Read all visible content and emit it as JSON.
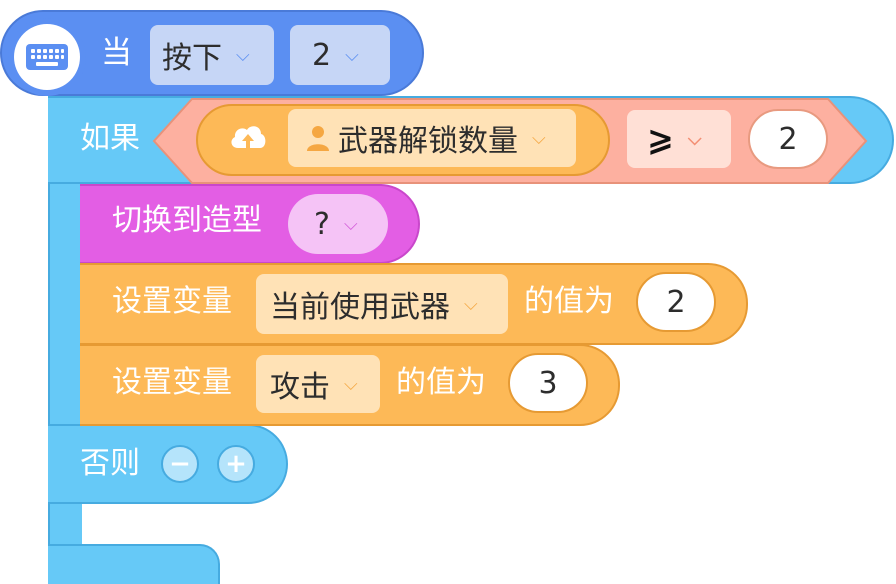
{
  "event_block": {
    "label": "当",
    "key_dropdown": "按下",
    "key_value": "2",
    "icon": "keyboard-icon",
    "color": "#5b8ff2"
  },
  "if_block": {
    "if_label": "如果",
    "else_label": "否则",
    "minus_symbol": "−",
    "plus_symbol": "+",
    "color": "#66c9f7"
  },
  "condition": {
    "variable_icon": "cloud-upload-icon",
    "variable_name": "武器解锁数量",
    "variable_prefix_icon": "person-icon",
    "operator": "⩾",
    "value": "2",
    "color": "#fdb0a0"
  },
  "costume_block": {
    "label": "切换到造型",
    "value": "?",
    "color": "#e35ee4"
  },
  "set_blocks": [
    {
      "label": "设置变量",
      "variable": "当前使用武器",
      "middle": "的值为",
      "value": "2"
    },
    {
      "label": "设置变量",
      "variable": "攻击",
      "middle": "的值为",
      "value": "3"
    }
  ]
}
